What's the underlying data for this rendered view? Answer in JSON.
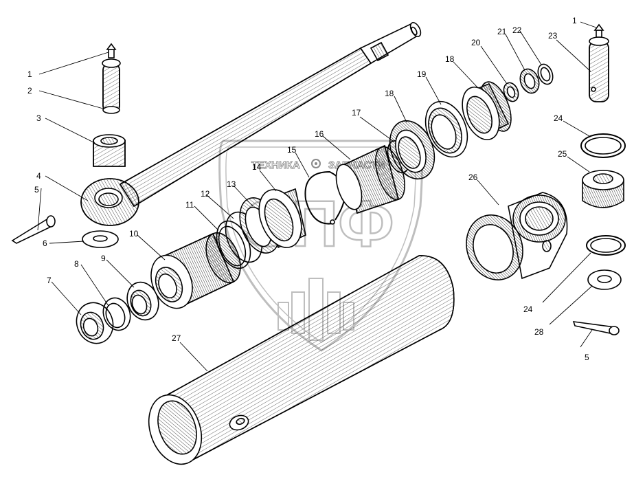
{
  "colors": {
    "line": "#000000",
    "watermark": "#8a8a8a",
    "background": "#ffffff"
  },
  "watermark": {
    "text_left": "ТЕХНИКА",
    "text_right": "ЗАПЧАСТИ",
    "big_letters": "ЭПФ",
    "icon": "gear-icon"
  },
  "callouts": [
    {
      "id": "c1a",
      "label": "1"
    },
    {
      "id": "c2",
      "label": "2"
    },
    {
      "id": "c3",
      "label": "3"
    },
    {
      "id": "c4",
      "label": "4"
    },
    {
      "id": "c5a",
      "label": "5"
    },
    {
      "id": "c6",
      "label": "6"
    },
    {
      "id": "c7",
      "label": "7"
    },
    {
      "id": "c8",
      "label": "8"
    },
    {
      "id": "c9",
      "label": "9"
    },
    {
      "id": "c10",
      "label": "10"
    },
    {
      "id": "c11",
      "label": "11"
    },
    {
      "id": "c12",
      "label": "12"
    },
    {
      "id": "c13",
      "label": "13"
    },
    {
      "id": "c14",
      "label": "14"
    },
    {
      "id": "c15",
      "label": "15"
    },
    {
      "id": "c16",
      "label": "16"
    },
    {
      "id": "c17",
      "label": "17"
    },
    {
      "id": "c18a",
      "label": "18"
    },
    {
      "id": "c19",
      "label": "19"
    },
    {
      "id": "c18b",
      "label": "18"
    },
    {
      "id": "c20",
      "label": "20"
    },
    {
      "id": "c21",
      "label": "21"
    },
    {
      "id": "c22",
      "label": "22"
    },
    {
      "id": "c1b",
      "label": "1"
    },
    {
      "id": "c23",
      "label": "23"
    },
    {
      "id": "c24a",
      "label": "24"
    },
    {
      "id": "c25",
      "label": "25"
    },
    {
      "id": "c26",
      "label": "26"
    },
    {
      "id": "c24b",
      "label": "24"
    },
    {
      "id": "c28",
      "label": "28"
    },
    {
      "id": "c5b",
      "label": "5"
    },
    {
      "id": "c27",
      "label": "27"
    }
  ]
}
